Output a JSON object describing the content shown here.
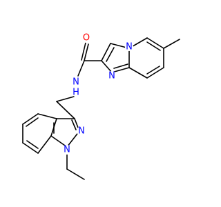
{
  "molecule": {
    "atoms": {
      "O": {
        "label": "O",
        "color": "#ff0000"
      },
      "N_amide": {
        "label": "N",
        "color": "#0000ff"
      },
      "H_amide": {
        "label": "H",
        "color": "#0000ff"
      },
      "N_imid_bridge": {
        "label": "N",
        "color": "#0000ff"
      },
      "N_imid": {
        "label": "N",
        "color": "#0000ff"
      },
      "N_indazole_2": {
        "label": "N",
        "color": "#0000ff"
      },
      "N_indazole_1": {
        "label": "N",
        "color": "#0000ff"
      }
    },
    "bond_color": "#000000"
  }
}
